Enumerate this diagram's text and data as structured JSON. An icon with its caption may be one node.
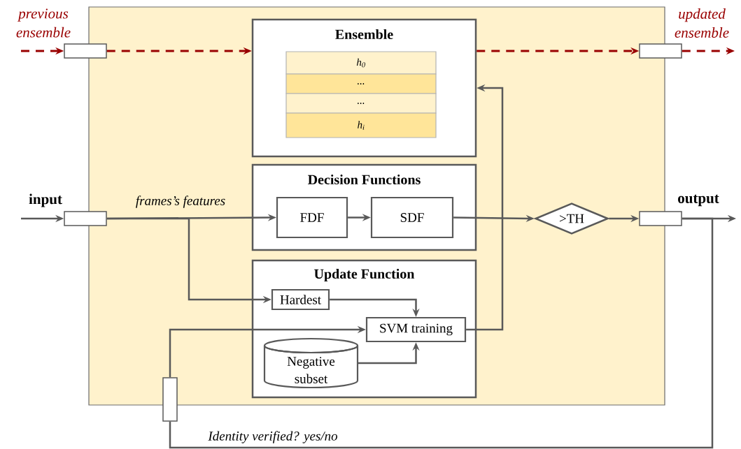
{
  "diagram": {
    "nodes": [
      {
        "text": [],
        "shape": "box"
      },
      {
        "text": [
          "Ensemble"
        ],
        "in": 0
      },
      {
        "text": [
          "h$_{0}$"
        ],
        "in": 1
      },
      {
        "text": [
          "..."
        ],
        "in": 1
      },
      {
        "text": [
          "..."
        ],
        "in": 1
      },
      {
        "text": [
          "h$_{i}$"
        ],
        "in": 1
      },
      {
        "text": [
          "Decision Functions"
        ],
        "in": 0
      },
      {
        "text": [
          "FDF"
        ],
        "in": 6
      },
      {
        "text": [
          "SDF"
        ],
        "in": 6
      },
      {
        "text": [
          "Update Function"
        ],
        "in": 0
      },
      {
        "text": [
          "Hardest"
        ],
        "in": 9
      },
      {
        "text": [
          "SVM training"
        ],
        "in": 9
      },
      {
        "text": [
          "Negative subset"
        ],
        "in": 9
      },
      {
        "text": [
          ">TH"
        ],
        "in": 0
      },
      {
        "text": [],
        "shape": "box",
        "beside": [
          "previous ensemble"
        ]
      },
      {
        "text": [],
        "shape": "box",
        "beside": [
          "updated ensemble"
        ]
      },
      {
        "text": [],
        "shape": "box",
        "beside": [
          "input"
        ]
      },
      {
        "text": [],
        "shape": "box",
        "beside": [
          "output"
        ]
      },
      {
        "text": [],
        "shape": "box"
      }
    ],
    "edges": [
      {
        "from": null,
        "to": 14,
        "arrow": "to",
        "style": "dashed",
        "color": "#990000"
      },
      {
        "from": 14,
        "to": 1,
        "arrow": "to",
        "style": "dashed",
        "color": "#990000"
      },
      {
        "from": 1,
        "to": 15,
        "arrow": "to",
        "style": "dashed",
        "color": "#990000"
      },
      {
        "from": 15,
        "to": null,
        "arrow": "to",
        "style": "dashed",
        "color": "#990000"
      },
      {
        "from": null,
        "to": 16,
        "arrow": "to"
      },
      {
        "from": 16,
        "to": 7,
        "arrow": "to",
        "label": "frames’s features"
      },
      {
        "from": 16,
        "to": 10,
        "arrow": "to"
      },
      {
        "from": 7,
        "to": 8,
        "arrow": "to"
      },
      {
        "from": 8,
        "to": 13,
        "arrow": "to"
      },
      {
        "from": 13,
        "to": 17,
        "arrow": "to"
      },
      {
        "from": 17,
        "to": null,
        "arrow": "to"
      },
      {
        "from": 17,
        "to": 18,
        "arrow": "none",
        "label": "Identity verified? yes/no"
      },
      {
        "from": 18,
        "to": 11,
        "arrow": "to"
      },
      {
        "from": 10,
        "to": 11,
        "arrow": "to"
      },
      {
        "from": 12,
        "to": 11,
        "arrow": "to"
      },
      {
        "from": 11,
        "to": 1,
        "arrow": "to"
      }
    ]
  }
}
